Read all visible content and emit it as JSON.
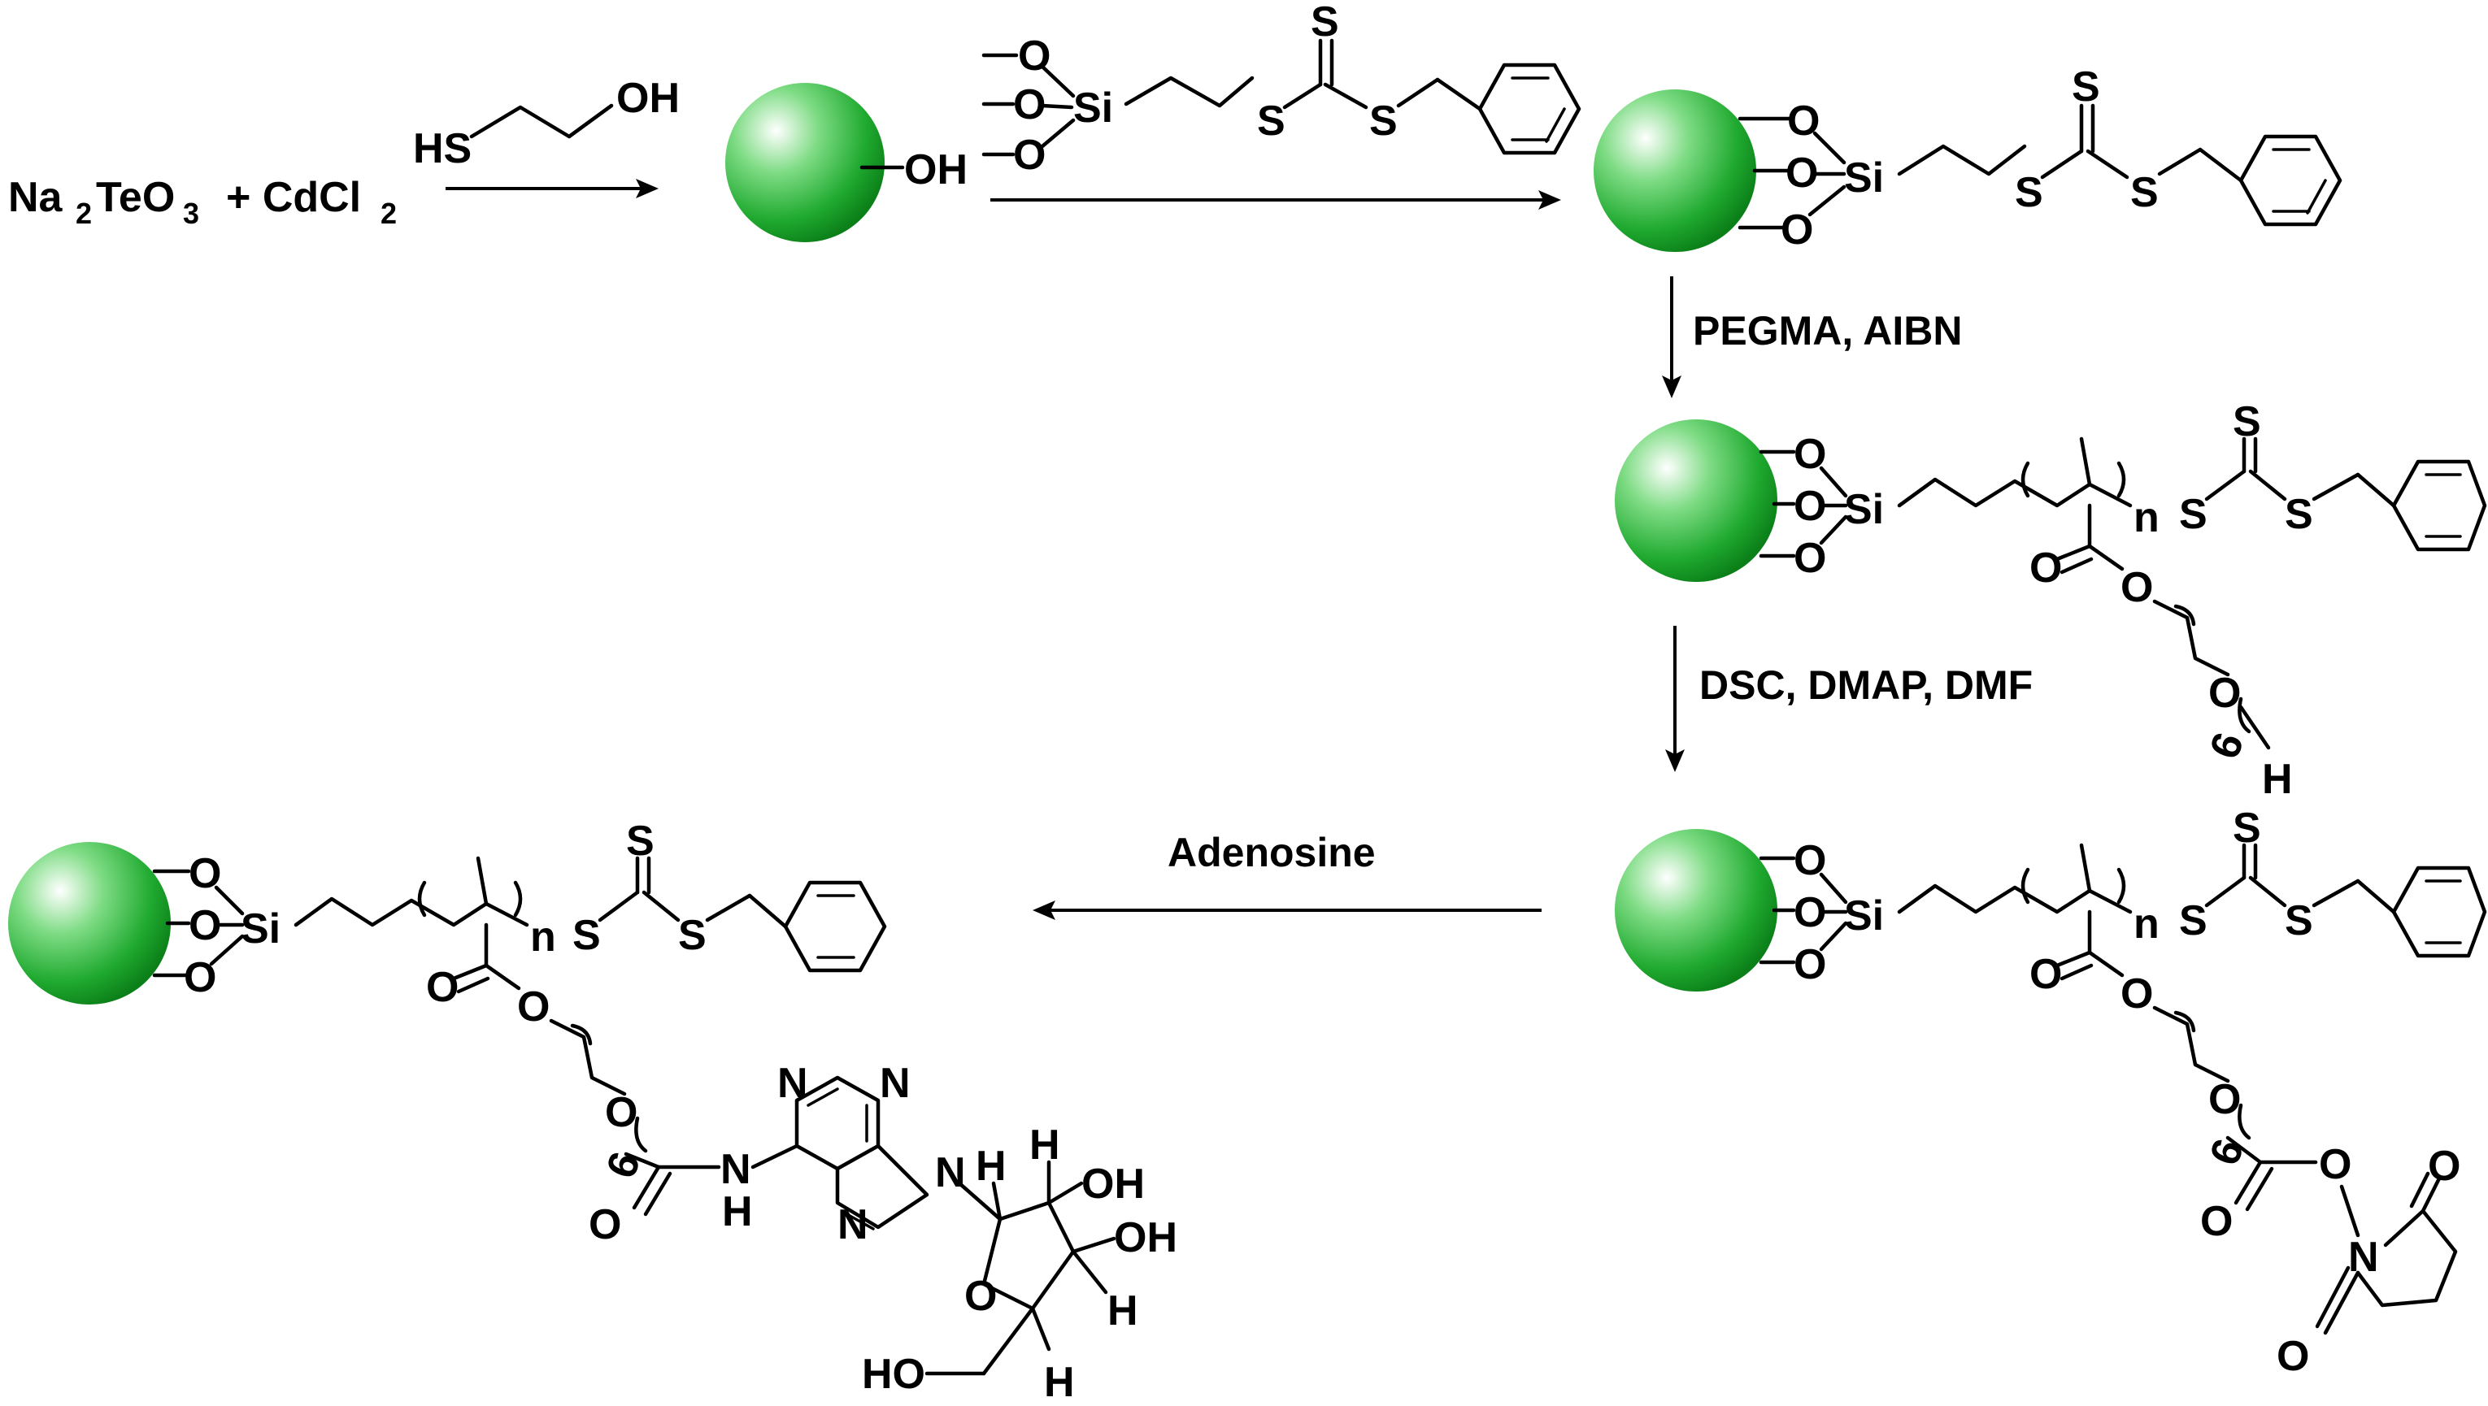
{
  "reagents": {
    "na": "Na",
    "na_sub": "2",
    "te": "TeO",
    "te_sub": "3",
    "plus_cd": "+ CdCl",
    "cd_sub": "2"
  },
  "mercaptoethanol": {
    "hs": "HS",
    "oh": "OH"
  },
  "silane": {
    "o": "O",
    "si": "Si",
    "s": "S"
  },
  "labels": {
    "oh": "OH",
    "o": "O",
    "si": "Si",
    "s": "S",
    "n": "n",
    "h": "H",
    "six": "6",
    "ho": "HO",
    "nh": "N",
    "ring_n": "N"
  },
  "conditions": {
    "step2": "PEGMA, AIBN",
    "step3": "DSC, DMAP, DMF",
    "step4": "Adenosine"
  },
  "colors": {
    "particle_dark": "#0b8a1c",
    "particle_mid": "#27b63a",
    "particle_light": "#ffffff"
  }
}
